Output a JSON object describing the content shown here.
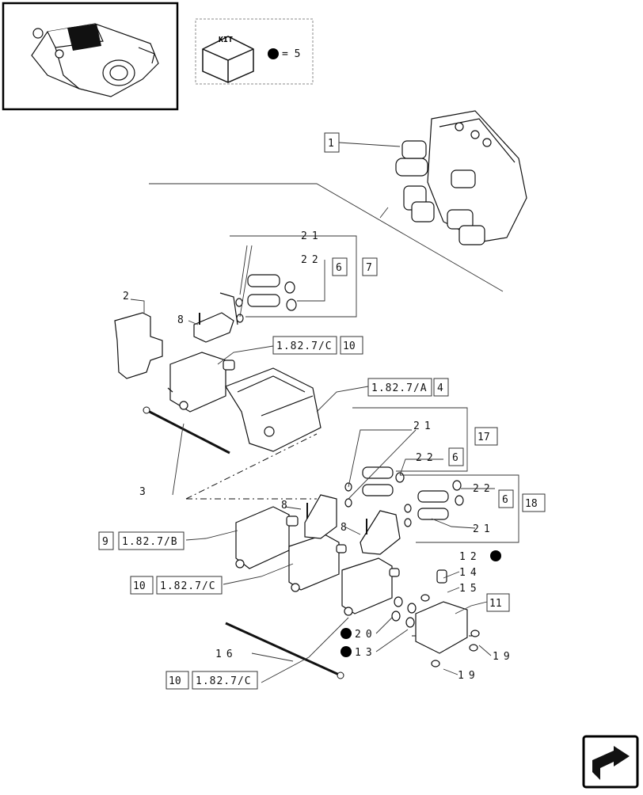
{
  "kit": {
    "badge": "KIT",
    "equals": "= 5"
  },
  "refs": {
    "r1_82_7_c_top": "1.82.7/C",
    "r1_82_7_a": "1.82.7/A",
    "r1_82_7_b": "1.82.7/B",
    "r1_82_7_c_mid": "1.82.7/C",
    "r1_82_7_c_bot": "1.82.7/C"
  },
  "callouts": {
    "c1": "1",
    "c2": "2",
    "c3": "3",
    "c4": "4",
    "c6a": "6",
    "c6b": "6",
    "c6c": "6",
    "c7": "7",
    "c8a": "8",
    "c8b": "8",
    "c8c": "8",
    "c9": "9",
    "c10a": "10",
    "c10b": "10",
    "c10c": "10",
    "c11": "11",
    "c12": "12",
    "c13": "13",
    "c14": "14",
    "c15": "15",
    "c16": "16",
    "c17": "17",
    "c18": "18",
    "c19a": "19",
    "c19b": "19",
    "c20": "20",
    "c21a": "21",
    "c21b": "21",
    "c21c": "21",
    "c22a": "22",
    "c22b": "22",
    "c22c": "22"
  }
}
